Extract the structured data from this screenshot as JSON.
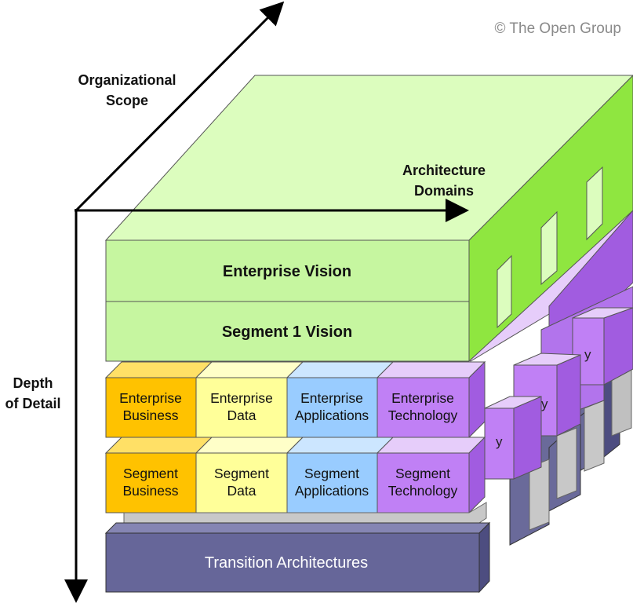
{
  "copyright": "© The Open Group",
  "axes": {
    "scope": [
      "Organizational",
      "Scope"
    ],
    "domains": [
      "Architecture",
      "Domains"
    ],
    "depth": [
      "Depth",
      "of Detail"
    ]
  },
  "visions": {
    "enterprise": "Enterprise Vision",
    "segment": "Segment 1 Vision"
  },
  "enterprise_row": [
    [
      "Enterprise",
      "Business"
    ],
    [
      "Enterprise",
      "Data"
    ],
    [
      "Enterprise",
      "Applications"
    ],
    [
      "Enterprise",
      "Technology"
    ]
  ],
  "segment_row": [
    [
      "Segment",
      "Business"
    ],
    [
      "Segment",
      "Data"
    ],
    [
      "Segment",
      "Applications"
    ],
    [
      "Segment",
      "Technology"
    ]
  ],
  "transition": "Transition Architectures",
  "colors": {
    "vision_front": "#c6f6a0",
    "vision_top": "#dcfdbe",
    "vision_side": "#8fe640",
    "business": "#ffc200",
    "data": "#ffff99",
    "applications": "#99ccff",
    "technology": "#c080f5",
    "purple_side": "#a15ce0",
    "transition_front": "#666699",
    "transition_top": "#8585b3",
    "transition_side": "#4d4d80",
    "grey_plate": "#c0c0c0"
  }
}
